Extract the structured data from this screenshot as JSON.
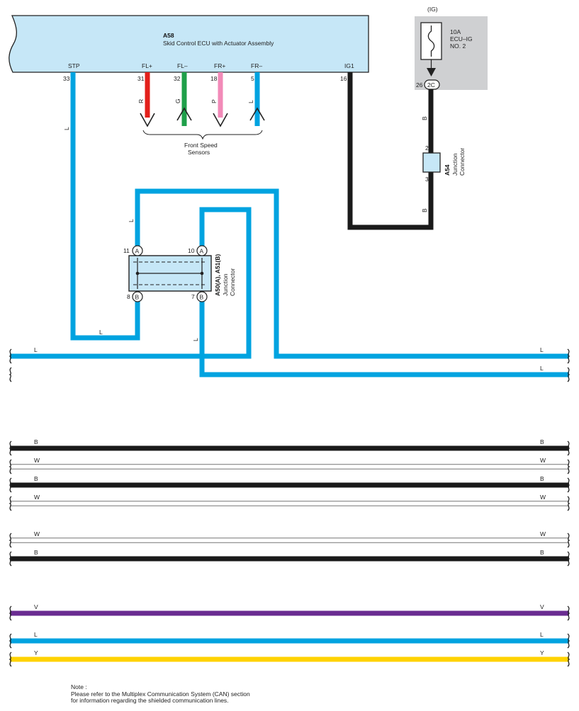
{
  "ecu": {
    "code": "A58",
    "name": "Skid Control ECU with Actuator Assembly",
    "pins": [
      {
        "name": "STP",
        "num": "33"
      },
      {
        "name": "FL+",
        "num": "31"
      },
      {
        "name": "FL–",
        "num": "32"
      },
      {
        "name": "FR+",
        "num": "18"
      },
      {
        "name": "FR–",
        "num": "5"
      },
      {
        "name": "IG1",
        "num": "16"
      }
    ]
  },
  "fuse": {
    "header": "(IG)",
    "rating": "10A",
    "name1": "ECU–IG",
    "name2": "NO. 2",
    "connector": "2C",
    "pin": "26"
  },
  "sensors": {
    "wires": [
      {
        "color_code": "R",
        "hex": "#e3201b"
      },
      {
        "color_code": "G",
        "hex": "#1fa04a"
      },
      {
        "color_code": "P",
        "hex": "#f28ab8"
      },
      {
        "color_code": "L",
        "hex": "#00a3e0"
      }
    ],
    "label1": "Front Speed",
    "label2": "Sensors"
  },
  "junction_a54": {
    "code": "A54",
    "label1": "Junction",
    "label2": "Connector",
    "pin_top": "2",
    "pin_bottom": "3"
  },
  "junction_a50": {
    "code": "A50(A), A51(B)",
    "label1": "Junction",
    "label2": "Connector",
    "pins": {
      "a_left": "11",
      "a_right": "10",
      "b_left": "8",
      "b_right": "7"
    },
    "letter_a": "A",
    "letter_b": "B"
  },
  "wire_codes": {
    "ig1_upper": "B",
    "ig1_lower": "B",
    "stp_vertical": "L",
    "stp_horizontal": "L",
    "left_run": "L",
    "a11_run": "L",
    "b7_run": "L"
  },
  "through_lines": [
    {
      "left": "L",
      "right": "L",
      "hex": "#00a3e0"
    },
    {
      "left": "",
      "right": "L",
      "hex": "#00a3e0"
    },
    {
      "left": "B",
      "right": "B",
      "hex": "#1a1a1a"
    },
    {
      "left": "W",
      "right": "W",
      "hex": "#ffffff"
    },
    {
      "left": "B",
      "right": "B",
      "hex": "#1a1a1a"
    },
    {
      "left": "W",
      "right": "W",
      "hex": "#ffffff"
    },
    {
      "left": "W",
      "right": "W",
      "hex": "#ffffff"
    },
    {
      "left": "B",
      "right": "B",
      "hex": "#1a1a1a"
    },
    {
      "left": "V",
      "right": "V",
      "hex": "#6a2c91"
    },
    {
      "left": "L",
      "right": "L",
      "hex": "#00a3e0"
    },
    {
      "left": "Y",
      "right": "Y",
      "hex": "#ffd200"
    }
  ],
  "note": {
    "title": "Note :",
    "line1": "Please refer to the Multiplex Communication System (CAN) section",
    "line2": "for information regarding the shielded communication lines."
  }
}
